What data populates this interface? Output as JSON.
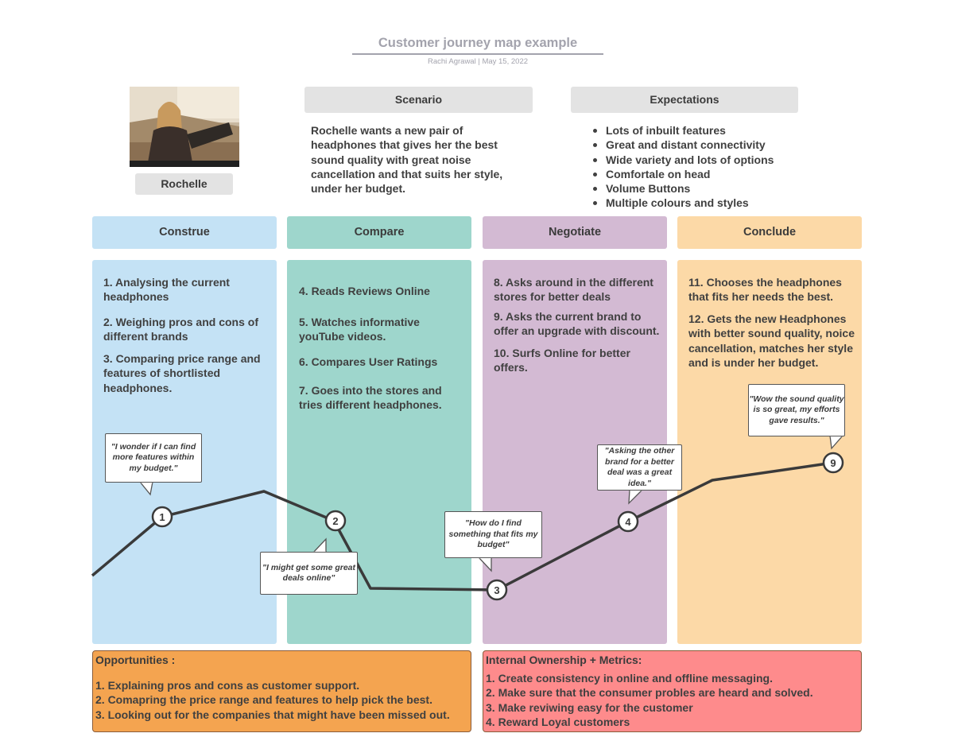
{
  "header": {
    "title": "Customer journey map example",
    "subtitle": "Rachi Agrawal  |  May 15, 2022"
  },
  "persona": {
    "name": "Rochelle"
  },
  "scenario": {
    "label": "Scenario",
    "text": "Rochelle wants a new pair of headphones that gives her the best sound quality with great noise cancellation and that suits her style, under her budget."
  },
  "expectations": {
    "label": "Expectations",
    "items": [
      "Lots of inbuilt features",
      "Great and distant connectivity",
      "Wide variety and lots of options",
      "Comfortale on head",
      "Volume Buttons",
      "Multiple colours and styles"
    ]
  },
  "stages": [
    {
      "label": "Construe",
      "color": "#c4e2f5",
      "steps": [
        "1.   Analysing the current headphones",
        "2.  Weighing pros and cons of different brands",
        "3.  Comparing price range and features of shortlisted headphones."
      ]
    },
    {
      "label": "Compare",
      "color": "#9ed6cc",
      "steps": [
        "4. Reads Reviews Online",
        "5.  Watches informative youTube videos.",
        "6.  Compares User Ratings",
        "7.  Goes into the stores and tries different headphones."
      ]
    },
    {
      "label": "Negotiate",
      "color": "#d3bad3",
      "steps": [
        "8.  Asks around in the different stores for better deals",
        "9. Asks the current brand to offer an upgrade with discount.",
        "10. Surfs Online for better offers."
      ]
    },
    {
      "label": "Conclude",
      "color": "#fcd9a7",
      "steps": [
        "11. Chooses the headphones that fits her needs the best.",
        "12. Gets the new Headphones with better sound quality, noice cancellation, matches her style and is under her budget."
      ]
    }
  ],
  "journey": {
    "markers": [
      "1",
      "2",
      "3",
      "4",
      "9"
    ],
    "quotes": [
      "\"I wonder if I can find more features within my budget.\"",
      "\"I might get some great deals online\"",
      "\"How do I find something that fits my budget\"",
      "\"Asking the other brand for a better deal was a great idea.\"",
      "\"Wow the sound quality is so great, my efforts gave results.\""
    ]
  },
  "opportunities": {
    "title": "Opportunities :",
    "color": "#f4a450",
    "items": [
      "1. Explaining pros and cons as customer support.",
      "2. Comapring the price range and features to help pick the best.",
      "3. Looking out for the companies that might have been missed out."
    ]
  },
  "ownership": {
    "title": "Internal Ownership + Metrics:",
    "color": "#fe8b8c",
    "items": [
      "1.  Create consistency in online and offline messaging.",
      "2.  Make sure that the consumer probles are heard and solved.",
      "3. Make reviwing easy for the customer",
      "4. Reward Loyal customers"
    ]
  }
}
